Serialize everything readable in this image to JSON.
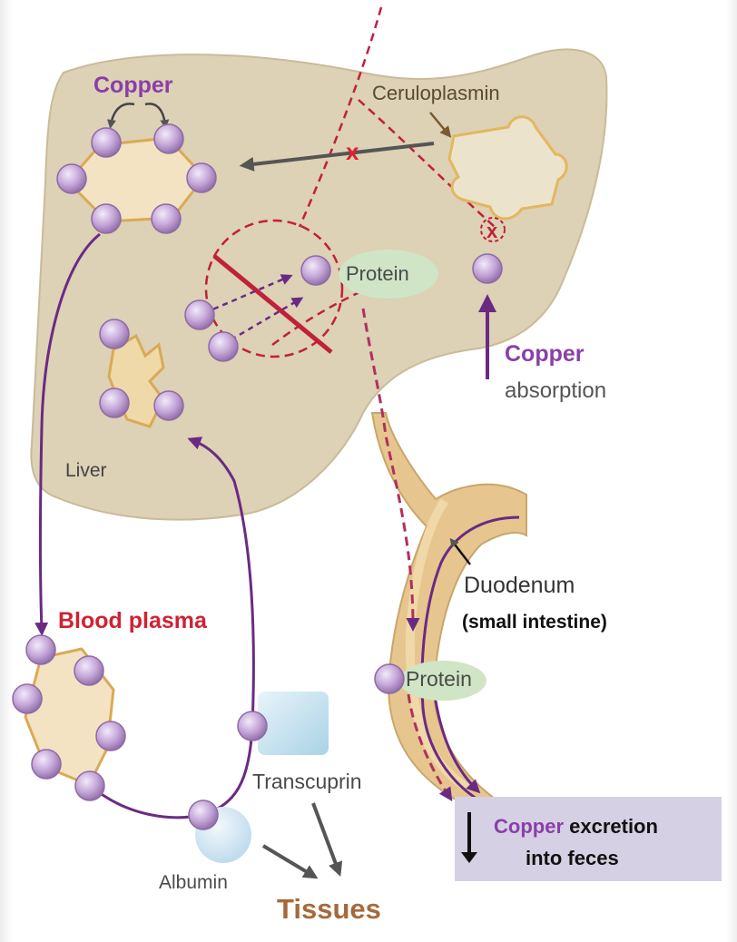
{
  "labels": {
    "copper": "Copper",
    "ceruloplasmin": "Ceruloplasmin",
    "protein_liver": "Protein",
    "copper_absorption_1": "Copper",
    "copper_absorption_2": "absorption",
    "liver": "Liver",
    "blood_plasma": "Blood plasma",
    "duodenum": "Duodenum",
    "small_intestine": "(small intestine)",
    "protein_intestine": "Protein",
    "transcuprin": "Transcuprin",
    "albumin": "Albumin",
    "tissues": "Tissues"
  },
  "excretion": {
    "copper_word": "Copper",
    "line1_rest": " excretion",
    "line2": "into feces"
  },
  "colors": {
    "liver_fill": "#ddd1b6",
    "copper_atom": "#c4a6d8",
    "pathway_purple": "#6a2a84",
    "blocked_red": "#c0203a",
    "excretion_box": "#d5d0e4"
  }
}
